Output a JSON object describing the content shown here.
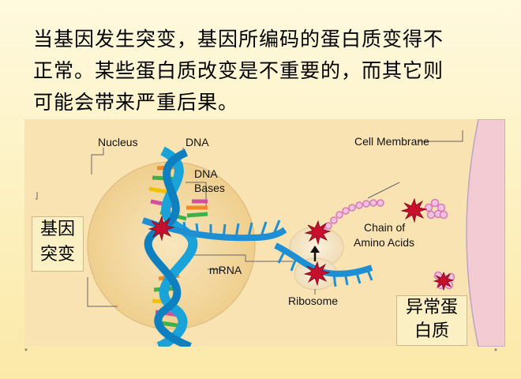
{
  "text": {
    "line1": "当基因发生突变，基因所编码的蛋白质变得不",
    "line2": "正常。某些蛋白质改变是不重要的，而其它则",
    "line3": "可能会带来严重后果。"
  },
  "labels": {
    "nucleus": "Nucleus",
    "dna": "DNA",
    "dna_bases_1": "DNA",
    "dna_bases_2": "Bases",
    "mrna": "mRNA",
    "cell_membrane": "Cell Membrane",
    "chain_1": "Chain of",
    "chain_2": "Amino Acids",
    "ribosome": "Ribosome"
  },
  "boxes": {
    "mutation_1": "基因",
    "mutation_2": "突变",
    "abnormal_1": "异常蛋",
    "abnormal_2": "白质"
  },
  "marks": {
    "left": "*",
    "right": "*"
  },
  "colors": {
    "dna_backbone": "#1aa3d8",
    "mrna": "#1f8fd4",
    "mutation": "#c8102e",
    "amino_acid": "#e88fc8",
    "nucleus_fill": "#f3d9a0",
    "membrane": "#f2c7cf"
  }
}
